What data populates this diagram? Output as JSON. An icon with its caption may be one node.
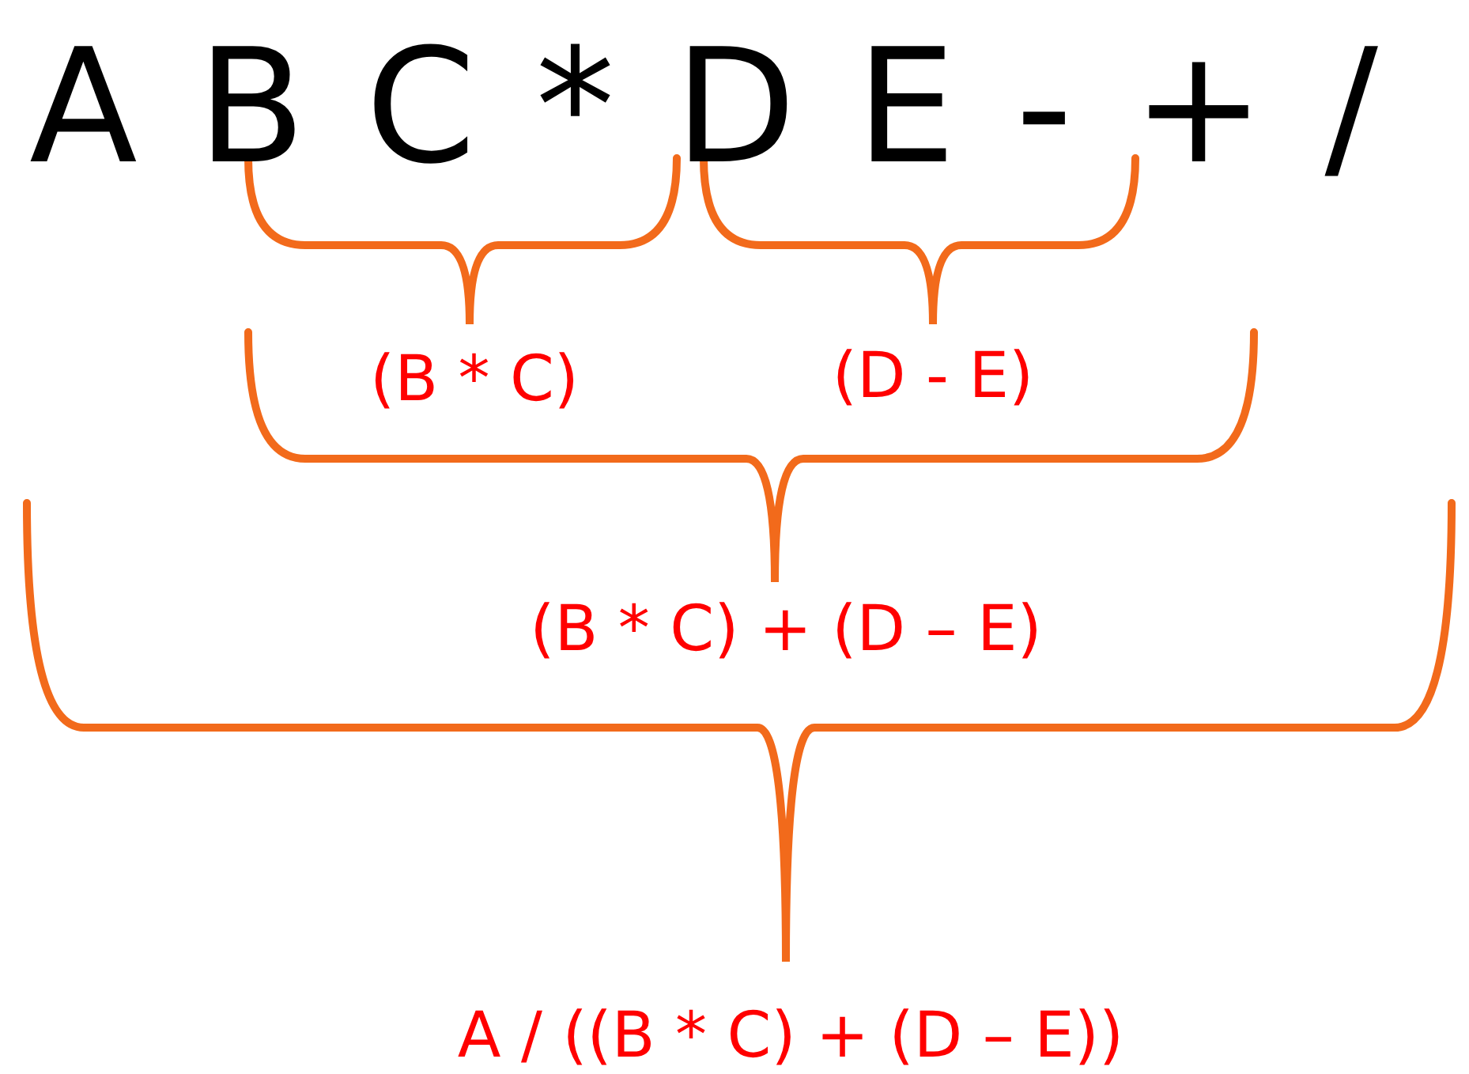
{
  "diagram": {
    "labels": [
      "A B C * D E - + /",
      "(B * C)",
      "(D - E)",
      "(B * C) + (D – E)",
      "A / ((B * C) + (D – E))"
    ]
  }
}
